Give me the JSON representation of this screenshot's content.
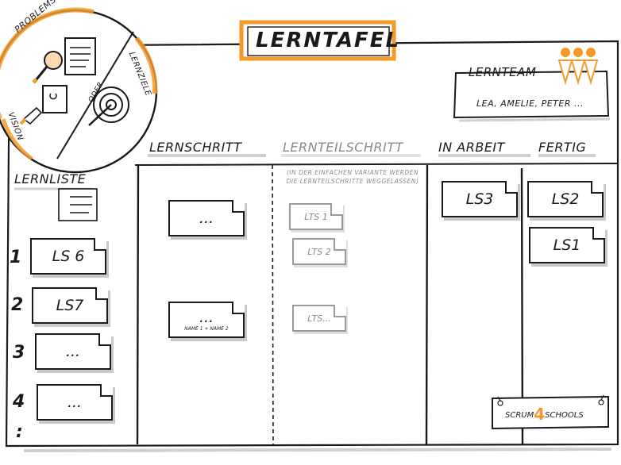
{
  "title": "LERNTAFEL",
  "team": {
    "heading": "LERNTEAM",
    "members": "LEA, AMELIE, PETER ..."
  },
  "circle": {
    "problem": "PROBLEMSTELLUNG",
    "goals": "LERNZIELE",
    "vision": "VISION",
    "or": "ODER"
  },
  "columns": {
    "learning_list": "LERNLISTE",
    "step": "LERNSCHRITT",
    "substep": "LERNTEILSCHRITT",
    "in_progress": "IN ARBEIT",
    "done": "FERTIG"
  },
  "substep_note": "(IN DER EINFACHEN VARIANTE WERDEN DIE LERNTEILSCHRITTE WEGGELASSEN)",
  "row_numbers": [
    "1",
    "2",
    "3",
    "4",
    ":"
  ],
  "list_cards": [
    "LS 6",
    "LS7",
    "...",
    "..."
  ],
  "step_cards": [
    {
      "label": "...",
      "sub": ""
    },
    {
      "label": "...",
      "sub": "NAME 1 + NAME 2"
    }
  ],
  "substep_cards": [
    "LTS 1",
    "LTS 2",
    "LTS..."
  ],
  "progress_cards": [
    "LS3"
  ],
  "done_cards": [
    "LS2",
    "LS1"
  ],
  "logo": {
    "left": "SCRUM",
    "num": "4",
    "right": "SCHOOLS"
  },
  "colors": {
    "accent": "#f39a2b",
    "ink": "#1a1a1a",
    "muted": "#8a8a8a"
  }
}
